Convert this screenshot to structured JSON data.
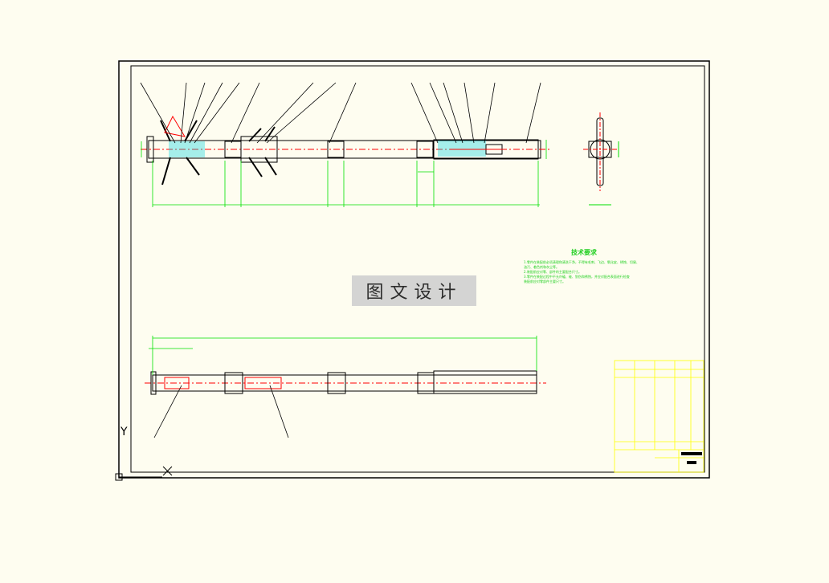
{
  "watermark": {
    "text": "图文设计"
  },
  "tech_requirements": {
    "title": "技术要求",
    "lines": [
      "1.零件在装配前必须清理和清洗干净，不得有毛刺、飞边、氧化皮、锈蚀、切屑、",
      "油污、着色剂和灰尘等。",
      "2.装配前应对零、部件的主要配合尺寸。",
      "3.零件在装配过程中不允许磕、碰、划伤和锈蚀，并应对配合表面进行检查",
      "装配前应对零部件主要尺寸。"
    ]
  },
  "axes": {
    "y_label": "Y",
    "x_label": "X"
  },
  "colors": {
    "border": "#000000",
    "dimension": "#00e000",
    "centerline": "#ff0000",
    "section": "#00c8d8",
    "titleblock": "#ffff00",
    "part": "#000000"
  }
}
